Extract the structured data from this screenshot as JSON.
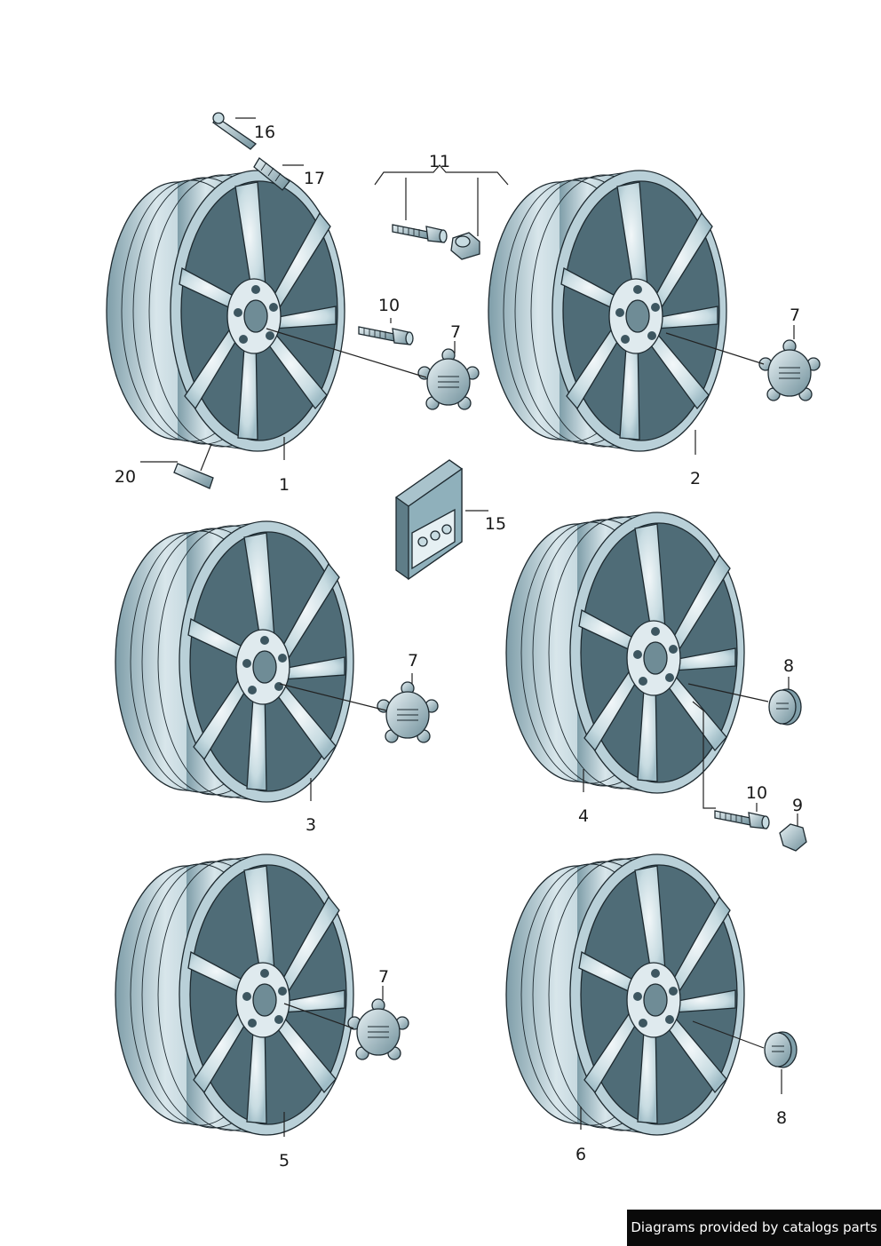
{
  "colors": {
    "metal_light": "#e6f0f3",
    "metal_mid": "#a9c3cc",
    "metal_dark": "#5f7d88",
    "outline": "#1e2a30",
    "footer_bg": "#0a0a0a"
  },
  "labels": {
    "wheel_1": "1",
    "wheel_2": "2",
    "wheel_3": "3",
    "wheel_4": "4",
    "wheel_5": "5",
    "wheel_6": "6",
    "cap_a": "7",
    "cap_b": "7",
    "cap_c": "7",
    "cap_d": "7",
    "cap_8_top": "8",
    "cap_8_bottom": "8",
    "nut_cap": "9",
    "bolt_a": "10",
    "bolt_b": "10",
    "bolt_set": "11",
    "lock_kit": "15",
    "valve_a": "16",
    "valve_b": "17",
    "weight": "20"
  },
  "footer": {
    "text": "Diagrams provided by catalogs parts"
  }
}
